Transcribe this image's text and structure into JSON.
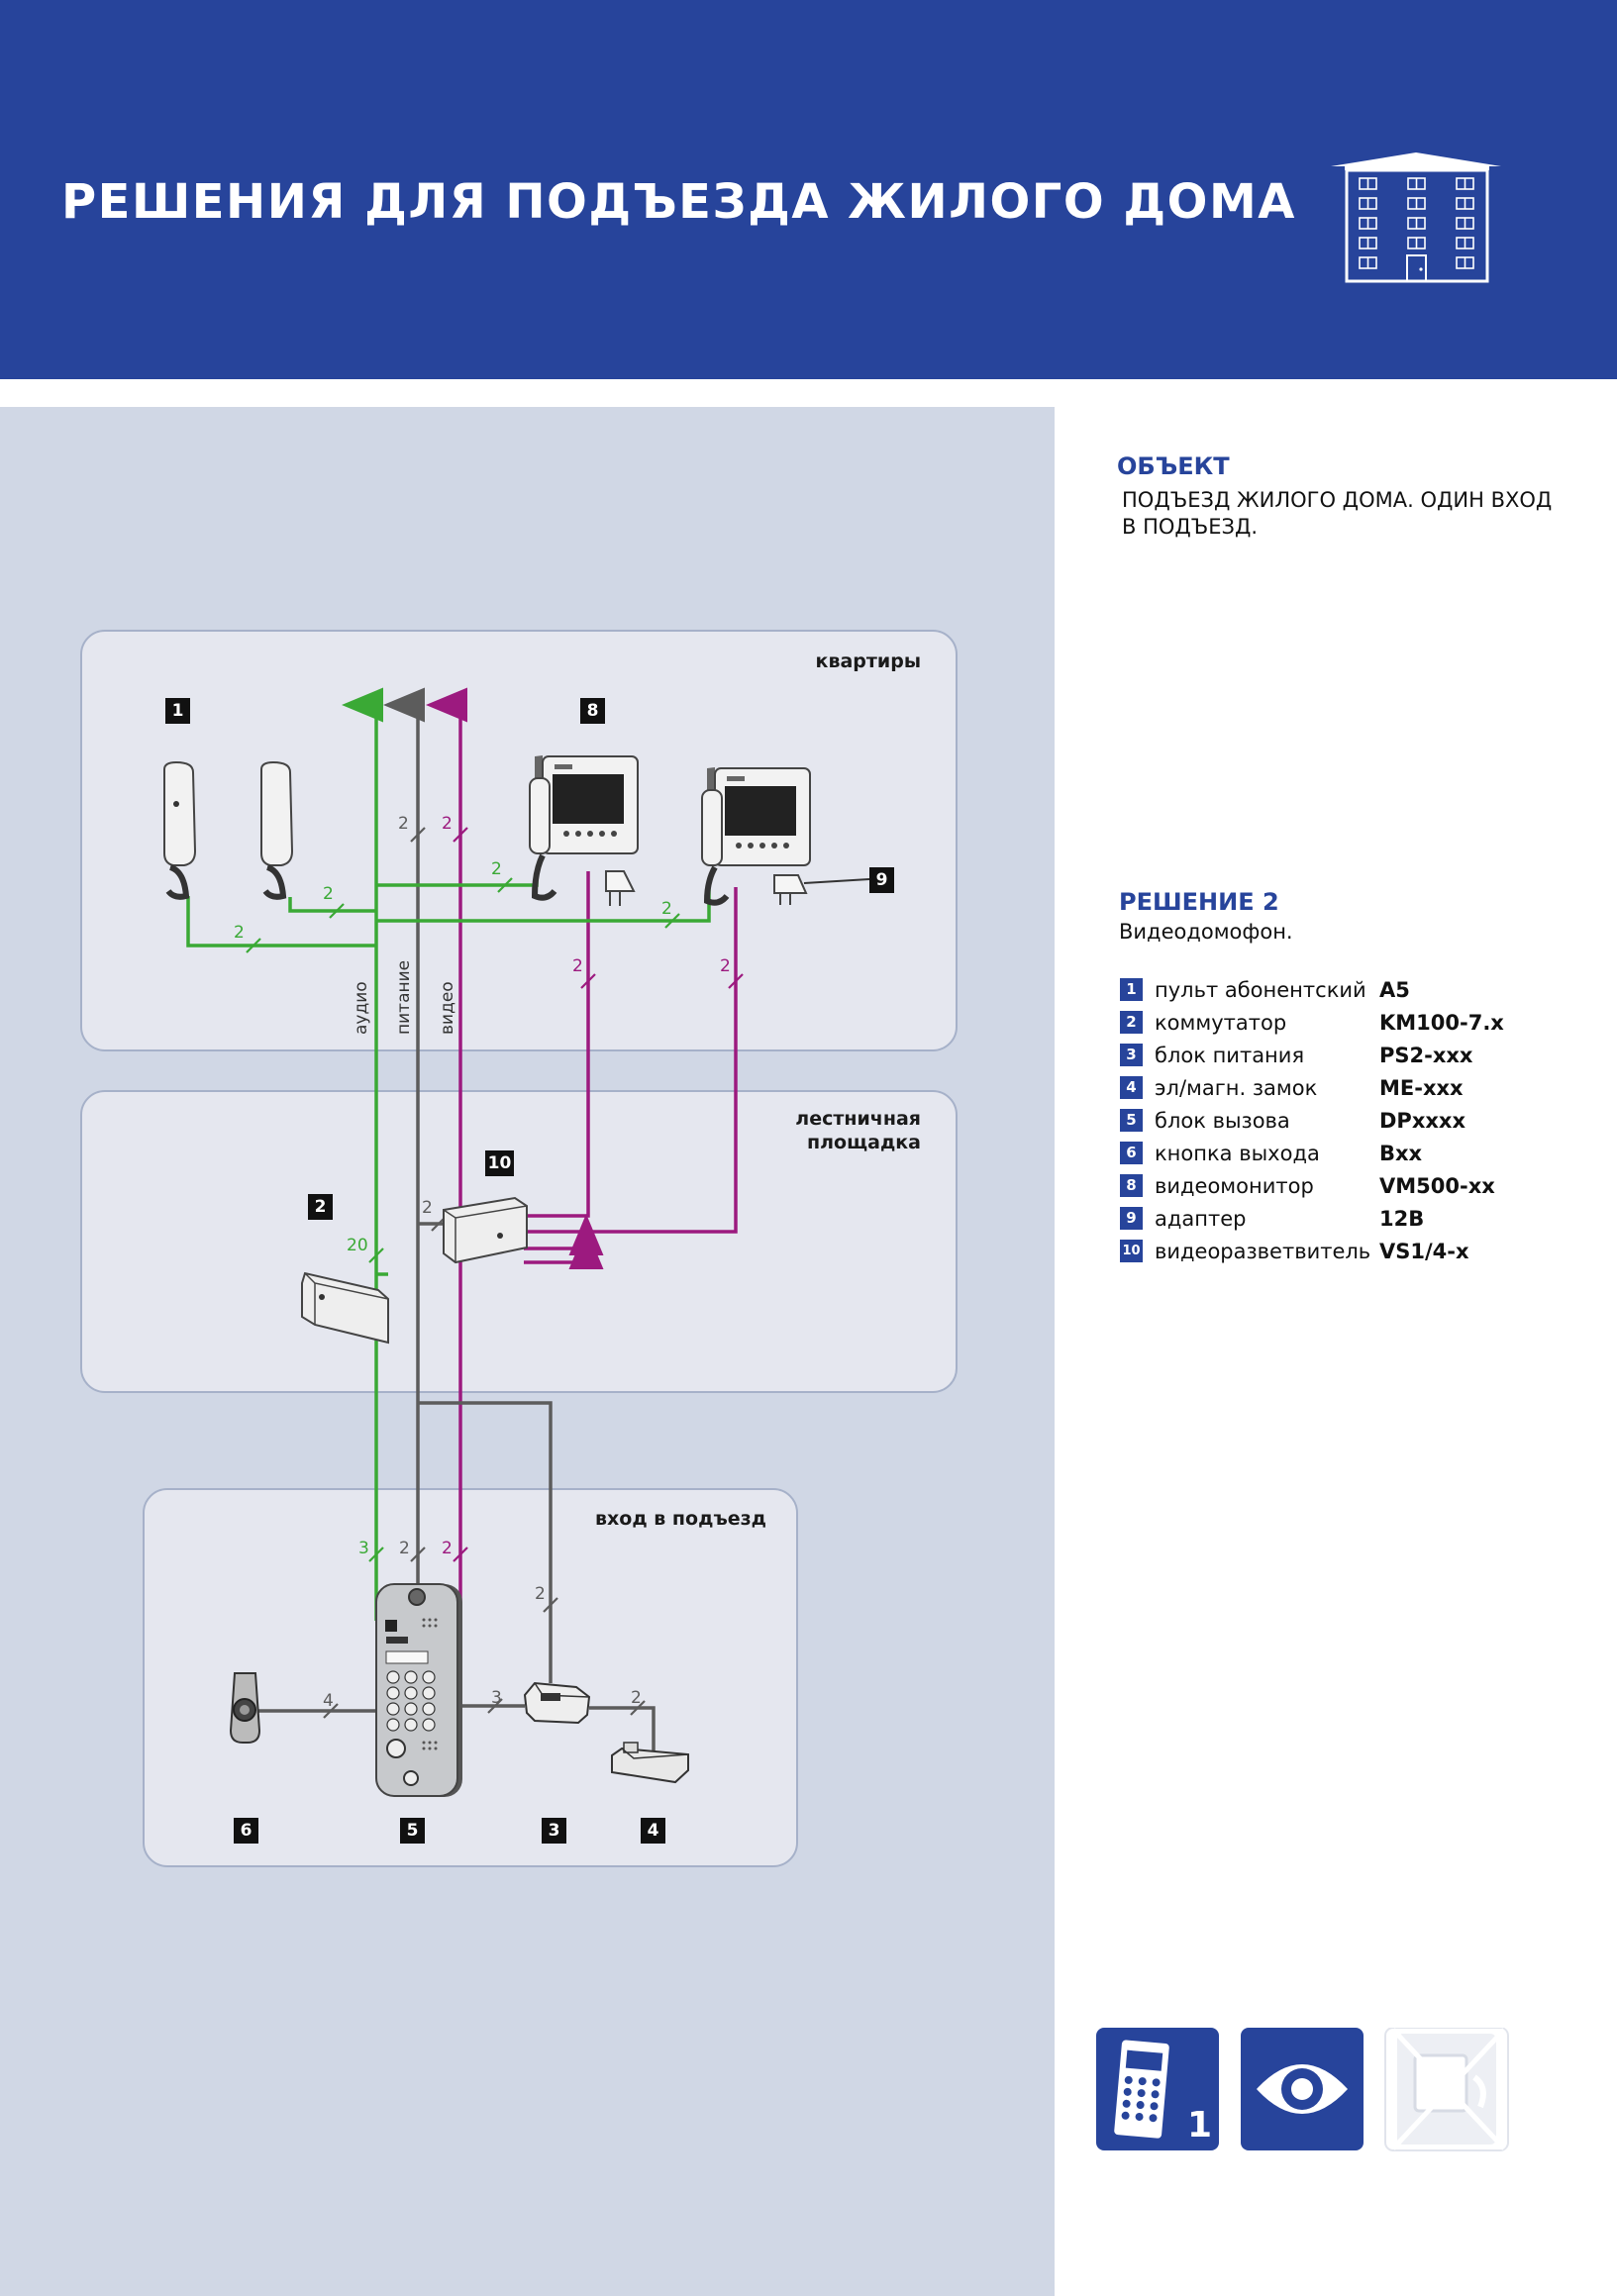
{
  "header": {
    "title": "РЕШЕНИЯ ДЛЯ ПОДЪЕЗДА ЖИЛОГО ДОМА",
    "icon": "apartment-building-icon"
  },
  "object": {
    "title": "ОБЪЕКТ",
    "description": "ПОДЪЕЗД ЖИЛОГО ДОМА. ОДИН ВХОД В ПОДЪЕЗД."
  },
  "solution": {
    "title": "РЕШЕНИЕ 2",
    "description": "Видеодомофон."
  },
  "legend": [
    {
      "num": "1",
      "name": "пульт абонентский",
      "model": "A5"
    },
    {
      "num": "2",
      "name": "коммутатор",
      "model": "KM100-7.x"
    },
    {
      "num": "3",
      "name": "блок питания",
      "model": "PS2-xxx"
    },
    {
      "num": "4",
      "name": "эл/магн. замок",
      "model": "ME-xxx"
    },
    {
      "num": "5",
      "name": "блок вызова",
      "model": "DPxxxx"
    },
    {
      "num": "6",
      "name": "кнопка выхода",
      "model": "Bxx"
    },
    {
      "num": "8",
      "name": "видеомонитор",
      "model": "VM500-xx"
    },
    {
      "num": "9",
      "name": "адаптер",
      "model": "12В"
    },
    {
      "num": "10",
      "name": "видеоразветвитель",
      "model": "VS1/4-x"
    }
  ],
  "diagram": {
    "zones": {
      "apartments": "квартиры",
      "landing": "лестничная\nплощадка",
      "entrance": "вход в подъезд"
    },
    "line_labels": {
      "audio": "аудио",
      "power": "питание",
      "video": "видео"
    },
    "badges": {
      "handset": "1",
      "switch": "2",
      "psu": "3",
      "lock": "4",
      "call_panel": "5",
      "exit_button": "6",
      "monitor": "8",
      "adapter": "9",
      "splitter": "10"
    },
    "wire_counts": {
      "apt_power": "2",
      "apt_video": "2",
      "handset2_audio": "2",
      "handset1_audio": "2",
      "monitor1_audio": "2",
      "monitor2_audio": "2",
      "monitor1_video": "2",
      "monitor2_video": "2",
      "splitter_power": "2",
      "switch_bus": "20",
      "panel_audio": "3",
      "panel_power": "2",
      "panel_video": "2",
      "psu_power": "2",
      "exit_button": "4",
      "psu_panel": "3",
      "lock": "2"
    },
    "colors": {
      "audio": "#3aa935",
      "power": "#5c5c5c",
      "video": "#9c1a7f",
      "badge": "#111111",
      "zone_fill": "#e5e7ef",
      "zone_border": "#a6b1c9"
    }
  },
  "feature_icons": [
    {
      "name": "one-entrance-panel-icon",
      "label": "1"
    },
    {
      "name": "video-eye-icon"
    },
    {
      "name": "handset-monitor-crossed-icon"
    }
  ]
}
